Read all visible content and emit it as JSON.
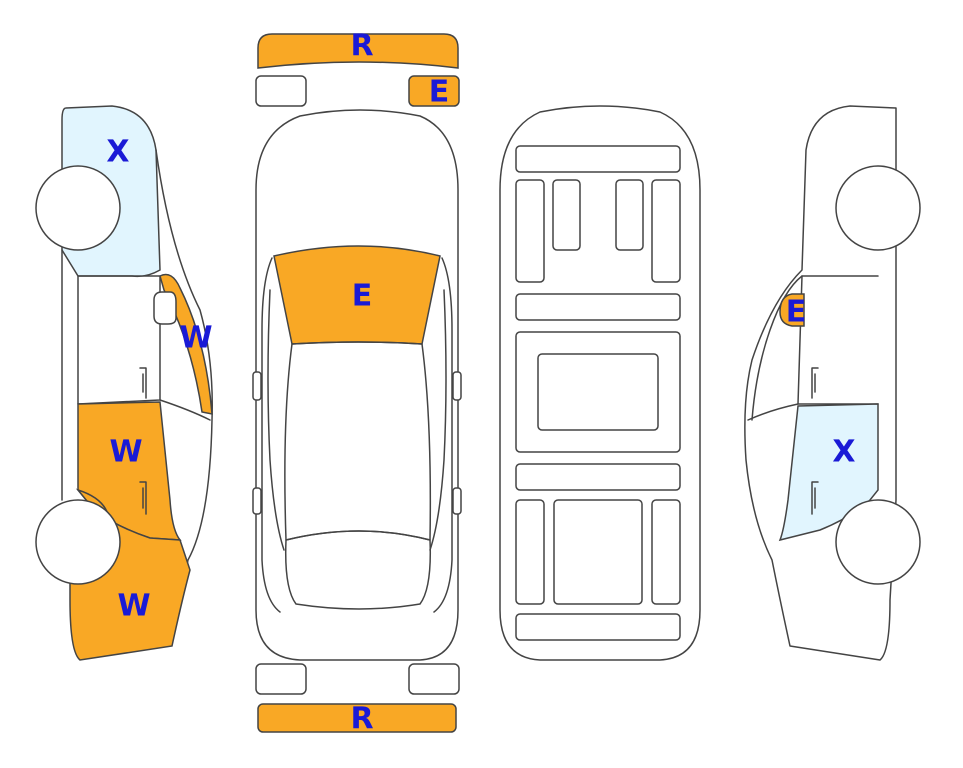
{
  "colors": {
    "damage_orange": "#F9A825",
    "light_blue": "#E1F5FE",
    "label_blue": "#1A1AD6",
    "outline": "#444444"
  },
  "marks": {
    "front_bumper": "R",
    "front_right_lamp": "E",
    "windshield": "E",
    "rear_bumper": "R",
    "left_rear_quarter": "X",
    "left_a_pillar": "W",
    "left_front_door": "W",
    "left_front_fender": "W",
    "right_mirror": "E",
    "right_front_door": "X"
  }
}
